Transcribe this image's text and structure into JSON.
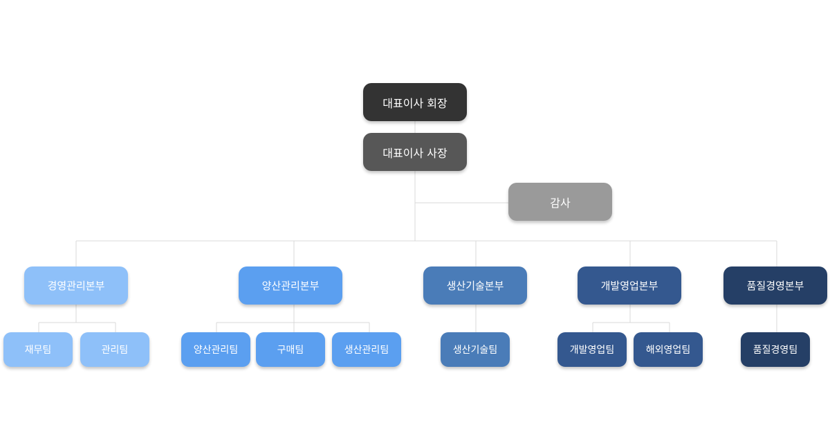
{
  "colors": {
    "connector": "#d9d9d9",
    "chairman": "#333333",
    "president": "#575757",
    "audit": "#9a9a9a",
    "management": "#8ec0f9",
    "production_mgmt": "#5b9ff0",
    "production_tech": "#4a7cb8",
    "development_sales": "#34588f",
    "quality": "#253f66"
  },
  "org": {
    "chairman": "대표이사 회장",
    "president": "대표이사 사장",
    "audit": "감사",
    "divisions": [
      {
        "name": "경영관리본부",
        "teams": [
          "재무팀",
          "관리팀"
        ]
      },
      {
        "name": "양산관리본부",
        "teams": [
          "양산관리팀",
          "구매팀",
          "생산관리팀"
        ]
      },
      {
        "name": "생산기술본부",
        "teams": [
          "생산기술팀"
        ]
      },
      {
        "name": "개발영업본부",
        "teams": [
          "개발영업팀",
          "해외영업팀"
        ]
      },
      {
        "name": "품질경영본부",
        "teams": [
          "품질경영팀"
        ]
      }
    ]
  }
}
